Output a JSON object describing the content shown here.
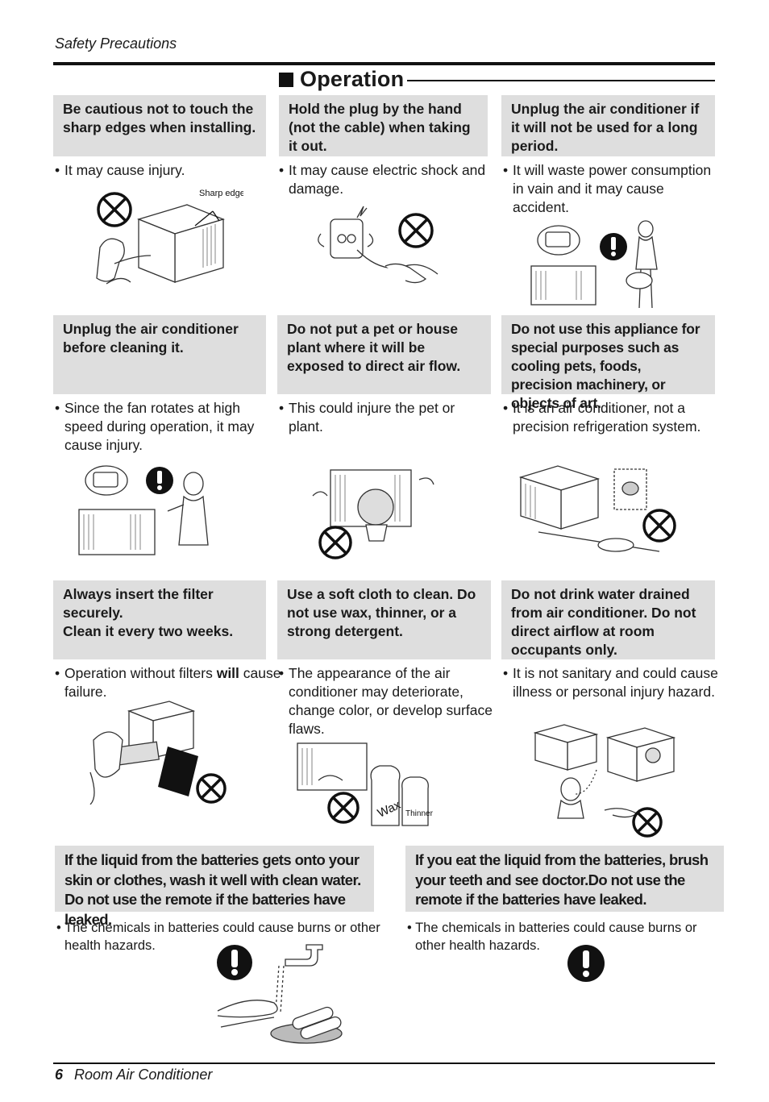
{
  "header": {
    "title": "Safety Precautions"
  },
  "section": {
    "title": "Operation"
  },
  "cells": [
    {
      "box": "Be cautious not to touch the sharp edges when installing.",
      "desc": "It may cause injury.",
      "label": "Sharp edges"
    },
    {
      "box": "Hold the plug by the  hand (not the cable) when taking it out.",
      "desc": "It may cause electric shock and damage."
    },
    {
      "box": "Unplug the air conditioner if it will not be used for a long period.",
      "desc": "It will waste power consumption in vain and it may cause accident."
    },
    {
      "box": "Unplug the air conditioner before cleaning it.",
      "desc": "Since the fan rotates at high speed during operation, it may cause injury."
    },
    {
      "box": "Do  not  use this appliance for special purposes such as cooling pets, foods, precision machinery, or objects of art.",
      "desc": "It is an air conditioner, not a precision refrigeration system."
    },
    {
      "box": "Do not put a pet or house plant where it will be exposed to direct air flow.",
      "desc": "This could injure the pet or plant."
    },
    {
      "box": "Always insert the filter securely.\nClean it every two weeks.",
      "desc_pre": "Operation without filters ",
      "desc_bold": "will",
      "desc_post": " cause failure."
    },
    {
      "box": "Use a soft cloth to clean. Do not use wax, thinner, or a strong detergent.",
      "desc": "The appearance of the air conditioner may deteriorate, change color, or develop surface flaws.",
      "labels": [
        "Wax",
        "Thinner"
      ]
    },
    {
      "box": "Do not drink water drained from air conditioner. Do not direct airflow at room occupants only.",
      "desc": "It is not sanitary and could cause illness or personal injury hazard."
    }
  ],
  "battery": [
    {
      "box": "If the liquid from the batteries gets onto your skin or clothes, wash it well with clean water. Do not use the remote if the batteries have leaked.",
      "desc": "The chemicals in batteries could cause burns or other health hazards."
    },
    {
      "box": "If you eat the liquid from the batteries, brush your teeth and see doctor.Do not use the remote if the batteries have leaked.",
      "desc": "The chemicals in batteries could cause burns or other health hazards."
    }
  ],
  "icons": {
    "prohibited": "prohibited-icon",
    "warning": "warning-exclamation-icon",
    "bullet": "•"
  },
  "footer": {
    "page": "6",
    "title": "Room Air Conditioner"
  }
}
